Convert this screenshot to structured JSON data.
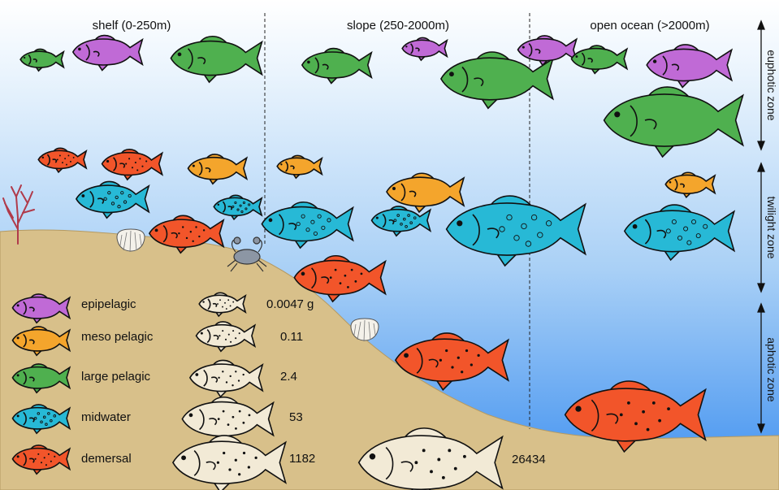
{
  "columns": [
    {
      "label": "shelf (0-250m)"
    },
    {
      "label": "slope (250-2000m)"
    },
    {
      "label": "open ocean (>2000m)"
    }
  ],
  "zones": [
    {
      "label": "euphotic zone"
    },
    {
      "label": "twilight zone"
    },
    {
      "label": "aphotic zone"
    }
  ],
  "legend": [
    {
      "label": "epipelagic",
      "color": "#c06ad6"
    },
    {
      "label": "meso pelagic",
      "color": "#f4a52c"
    },
    {
      "label": "large pelagic",
      "color": "#4fb04f"
    },
    {
      "label": "midwater",
      "color": "#27b9d6"
    },
    {
      "label": "demersal",
      "color": "#f2552a"
    }
  ],
  "sizes": [
    {
      "label": "0.0047 g"
    },
    {
      "label": "0.11"
    },
    {
      "label": "2.4"
    },
    {
      "label": "53"
    },
    {
      "label": "1182"
    },
    {
      "label": "26434"
    }
  ],
  "colors": {
    "sea_top": "#ffffff",
    "sea_bottom": "#3d8ff0",
    "seabed": "#d8c08a",
    "outline_fish": "#f2ead6"
  },
  "icons": [
    "crab-icon",
    "scallop-icon",
    "coral-icon",
    "fish-icon"
  ]
}
